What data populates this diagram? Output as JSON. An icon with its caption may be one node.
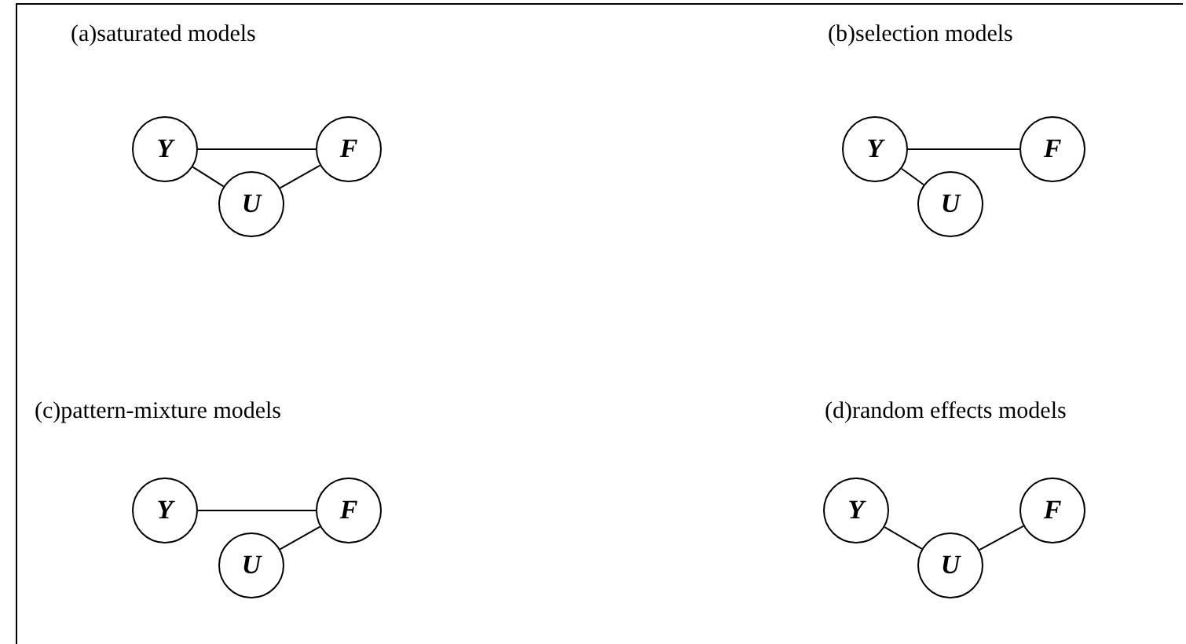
{
  "diagram": {
    "nodes": [
      {
        "text": [
          "Y"
        ]
      },
      {
        "text": [
          "F"
        ]
      },
      {
        "text": [
          "U"
        ]
      },
      {
        "text": [
          "Y"
        ]
      },
      {
        "text": [
          "F"
        ]
      },
      {
        "text": [
          "U"
        ]
      },
      {
        "text": [
          "Y"
        ]
      },
      {
        "text": [
          "F"
        ]
      },
      {
        "text": [
          "U"
        ]
      },
      {
        "text": [
          "Y"
        ]
      },
      {
        "text": [
          "F"
        ]
      },
      {
        "text": [
          "U"
        ]
      }
    ],
    "edges": [
      {
        "from": 0,
        "to": 1,
        "arrow": "none"
      },
      {
        "from": 0,
        "to": 2,
        "arrow": "none"
      },
      {
        "from": 2,
        "to": 1,
        "arrow": "none"
      },
      {
        "from": 3,
        "to": 4,
        "arrow": "none"
      },
      {
        "from": 3,
        "to": 5,
        "arrow": "none"
      },
      {
        "from": 6,
        "to": 7,
        "arrow": "none"
      },
      {
        "from": 8,
        "to": 7,
        "arrow": "none"
      },
      {
        "from": 9,
        "to": 11,
        "arrow": "none"
      },
      {
        "from": 11,
        "to": 10,
        "arrow": "none"
      }
    ],
    "labels": [
      "(a)saturated models",
      "(b)selection models",
      "(c)pattern-mixture models",
      "(d)random effects models"
    ]
  }
}
